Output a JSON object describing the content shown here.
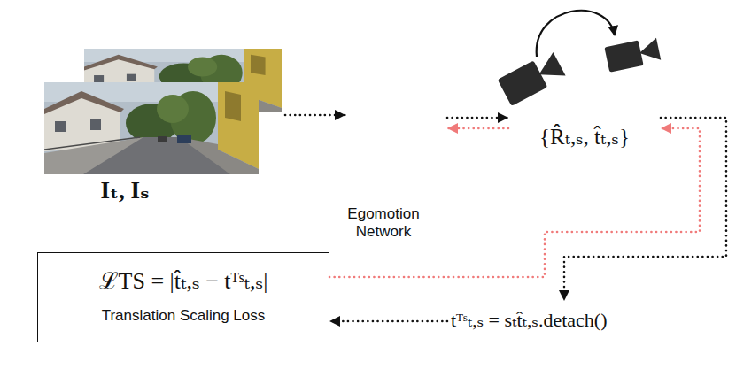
{
  "diagram": {
    "nodes": [
      {
        "text": [
          "Iₜ, Iₛ"
        ]
      },
      {
        "text": [
          "Egomotion Network"
        ]
      },
      {
        "text": [
          "{R̂ₜ,ₛ, t̂ₜ,ₛ}"
        ]
      },
      {
        "text": [
          "ℒTS = |t̂ₜ,ₛ − tᵀˢₜ,ₛ|",
          "Translation Scaling Loss"
        ]
      },
      {
        "text": [
          "tᵀˢₜ,ₛ = sₜt̂ₜ,ₛ.detach()"
        ]
      }
    ],
    "edges": [
      {
        "from": 0,
        "to": 1,
        "arrow": "to"
      },
      {
        "from": 1,
        "to": 2,
        "arrow": "to"
      },
      {
        "from": 2,
        "to": 1,
        "arrow": "to"
      },
      {
        "from": 2,
        "to": 4,
        "arrow": "to"
      },
      {
        "from": 3,
        "to": 2,
        "arrow": "to"
      },
      {
        "from": 4,
        "to": 3,
        "arrow": "to"
      }
    ]
  }
}
